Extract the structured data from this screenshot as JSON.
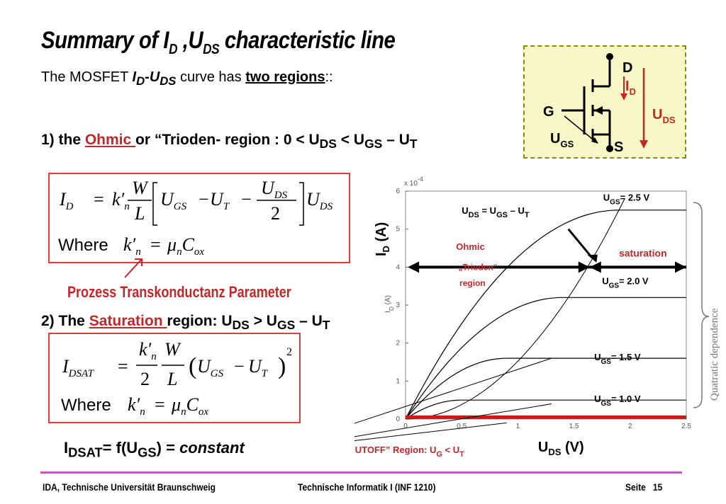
{
  "slide": {
    "title": {
      "pre": "Summary of I",
      "sub1": "D",
      "mid": " ,U",
      "sub2": "DS",
      "post": " characteristic line"
    },
    "intro": {
      "pre": "The  MOSFET ",
      "i": "I",
      "i_sub": "D",
      "dash": "-",
      "u": "U",
      "u_sub": "DS",
      "mid": " curve has ",
      "emph": "two regions",
      "post": "::"
    },
    "ohmic_heading": {
      "pre": "1) the ",
      "word": "Ohmic ",
      "post": " or “Trioden- region : 0 < U",
      "s1": "DS",
      "p2": " < U",
      "s2": "GS",
      "p3": " – U",
      "s3": "T"
    },
    "saturation_heading": {
      "pre": "2) The ",
      "word": "Saturation ",
      "post": "region: U",
      "s1": "DS",
      "p2": " > U",
      "s2": "GS",
      "p3": " – U",
      "s3": "T"
    },
    "param_label": "Prozess Transkonductanz Parameter",
    "idsat": {
      "pre": "I",
      "s1": "DSAT",
      "p2": "= f(U",
      "s2": "GS",
      "p3": ")   =  ",
      "c": "constant"
    },
    "formula1": {
      "lhs": "I",
      "lhs_sub": "D",
      "k": "k′",
      "k_sub": "n",
      "W": "W",
      "L": "L",
      "ugs": "U",
      "ugs_sub": "GS",
      "ut": "U",
      "ut_sub": "T",
      "uds": "U",
      "uds_sub": "DS",
      "two": "2",
      "where": "Where",
      "kn": "k′",
      "kn_sub": "n",
      "mu": "μ",
      "mu_sub": "n",
      "c": "C",
      "c_sub": "ox"
    },
    "formula2": {
      "lhs": "I",
      "lhs_sub": "DSAT",
      "k": "k′",
      "k_sub": "n",
      "W": "W",
      "L": "L",
      "two": "2",
      "ugs": "U",
      "ugs_sub": "GS",
      "ut": "U",
      "ut_sub": "T",
      "sq": "2",
      "where": "Where",
      "kn": "k′",
      "kn_sub": "n",
      "mu": "μ",
      "mu_sub": "n",
      "c": "C",
      "c_sub": "ox"
    }
  },
  "mosfet": {
    "D": "D",
    "G": "G",
    "S": "S",
    "id": "I",
    "id_sub": "D",
    "uds": "U",
    "uds_sub": "DS",
    "ugs": "U",
    "ugs_sub": "GS"
  },
  "plot": {
    "ylabel_big": {
      "t": "I",
      "s": "D",
      "post": " (A)"
    },
    "xlabel_big": {
      "t": "U",
      "s": "DS",
      "post": " (V)"
    },
    "ylabel_small": "I",
    "ylabel_small_sub": "D",
    "ylabel_small_post": " (A)",
    "exp": "x 10",
    "exp_pow": "-4",
    "uds_eq": {
      "a": "U",
      "as": "DS",
      "b": " = U",
      "bs": "GS",
      "c": " – U",
      "cs": "T"
    },
    "ohmic_label": "Ohmic",
    "trioden_label": "„Trioden“",
    "region_label": "region",
    "saturation_label": "saturation",
    "cutoff": {
      "a": "“CUTOFF” Region: ",
      "b": "U",
      "bs": "G",
      "c": " < U",
      "cs": "T"
    },
    "side_label": "Quatratic dependence",
    "curve_labels": [
      {
        "a": "U",
        "s": "GS",
        "v": "= 2.5 V"
      },
      {
        "a": "U",
        "s": "GS",
        "v": "= 2.0 V"
      },
      {
        "a": "U",
        "s": "GS",
        "v": "= 1.5 V"
      },
      {
        "a": "U",
        "s": "GS",
        "v": "= 1.0 V"
      }
    ]
  },
  "chart_data": {
    "type": "line",
    "xlim": [
      0,
      2.5
    ],
    "ylim": [
      0,
      6
    ],
    "xticks": [
      "0",
      "0.5",
      "1",
      "1.5",
      "2",
      "2.5"
    ],
    "yticks": [
      "0",
      "1",
      "2",
      "3",
      "4",
      "5",
      "6"
    ],
    "y_scale_note": "x 10^-4",
    "series": [
      {
        "name": "UGS= 2.5 V",
        "vsat": 1.9,
        "isat": 5.5
      },
      {
        "name": "UGS= 2.0 V",
        "vsat": 1.4,
        "isat": 3.2
      },
      {
        "name": "UGS= 1.5 V",
        "vsat": 0.9,
        "isat": 1.6
      },
      {
        "name": "UGS= 1.0 V",
        "vsat": 0.5,
        "isat": 0.5
      }
    ],
    "boundary_x": [
      0,
      0.5,
      0.9,
      1.4,
      1.9
    ],
    "boundary_y": [
      0,
      0.5,
      1.6,
      3.2,
      5.5
    ]
  },
  "footer": {
    "left": "IDA, Technische Universität Braunschweig",
    "center": "Technische Informatik I (INF 1210)",
    "seite": "Seite",
    "page": "15"
  },
  "colors": {
    "red": "#c0282a",
    "box": "#e33a3a",
    "footer": "#cc55cc",
    "mosfet_bg": "#f7f7c8"
  }
}
